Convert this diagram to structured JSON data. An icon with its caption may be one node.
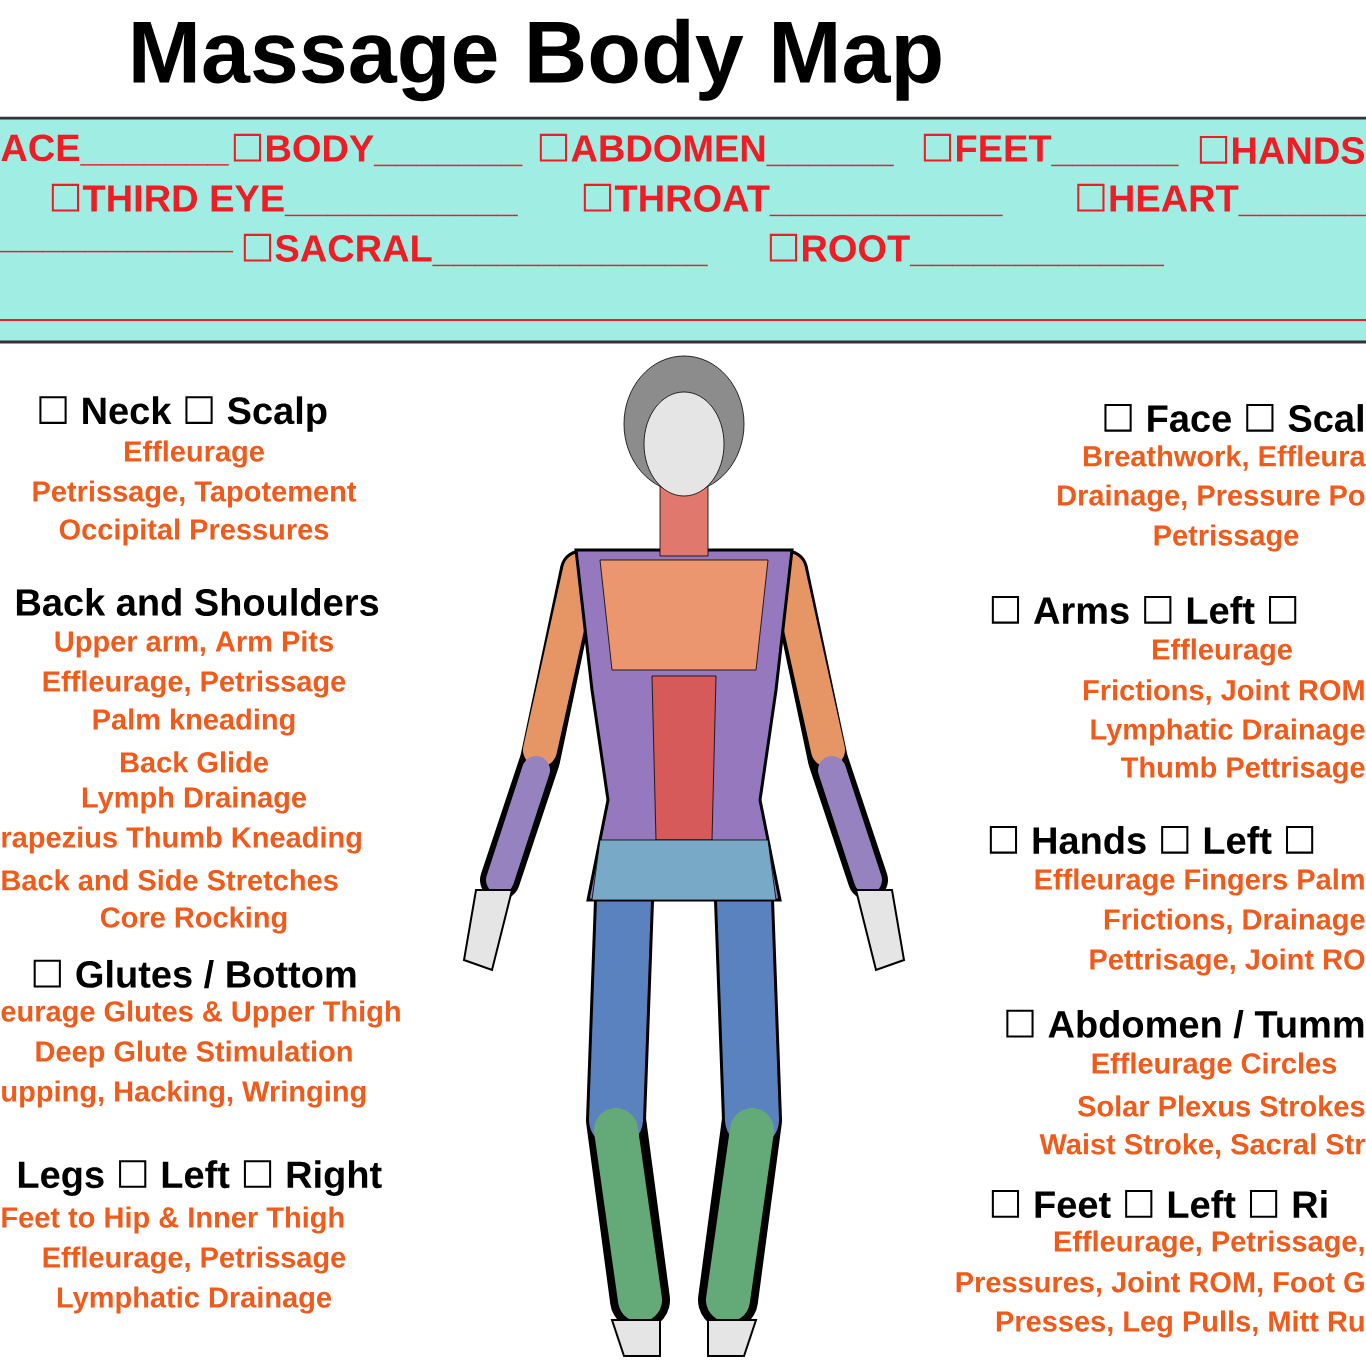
{
  "diagram": {
    "title": "Massage Body Map",
    "nodes": [
      {
        "text": [
          "ACE_______",
          "☐BODY_______",
          "☐ABDOMEN______",
          "☐FEET______",
          "☐HANDS",
          "☐THIRD EYE___________",
          "☐THROAT___________",
          "☐HEART______",
          "___________",
          "☐SACRAL_____________",
          "☐ROOT____________"
        ]
      }
    ],
    "edges": [],
    "labels": [
      "☐ Neck ☐ Scalp",
      "Effleurage",
      "Petrissage, Tapotement",
      "Occipital Pressures",
      "Back and Shoulders",
      "Upper arm, Arm Pits",
      "Effleurage, Petrissage",
      "Palm kneading",
      "Back Glide",
      "Lymph Drainage",
      "rapezius Thumb Kneading",
      "Back and Side Stretches",
      "Core Rocking",
      "☐ Glutes / Bottom",
      "eurage Glutes & Upper Thigh",
      "Deep Glute Stimulation",
      "upping, Hacking, Wringing",
      "Legs ☐ Left ☐ Right",
      "Feet to Hip & Inner Thigh",
      "Effleurage, Petrissage",
      "Lymphatic Drainage",
      "☐ Face ☐ Scal",
      "Breathwork, Effleura",
      "Drainage, Pressure Po",
      "Petrissage",
      "☐ Arms ☐ Left ☐",
      "Effleurage",
      "Frictions, Joint ROM",
      "Lymphatic Drainage",
      "Thumb Pettrisage",
      "☐ Hands ☐ Left ☐",
      "Effleurage Fingers Palm",
      "Frictions, Drainage",
      "Pettrisage, Joint RO",
      "☐ Abdomen / Tumm",
      "Effleurage Circles",
      "Solar Plexus Strokes",
      "Waist Stroke, Sacral Str",
      "☐ Feet ☐ Left ☐ Ri",
      "Effleurage, Petrissage,",
      "Pressures, Joint ROM, Foot G",
      "Presses, Leg Pulls, Mitt Ru"
    ]
  }
}
